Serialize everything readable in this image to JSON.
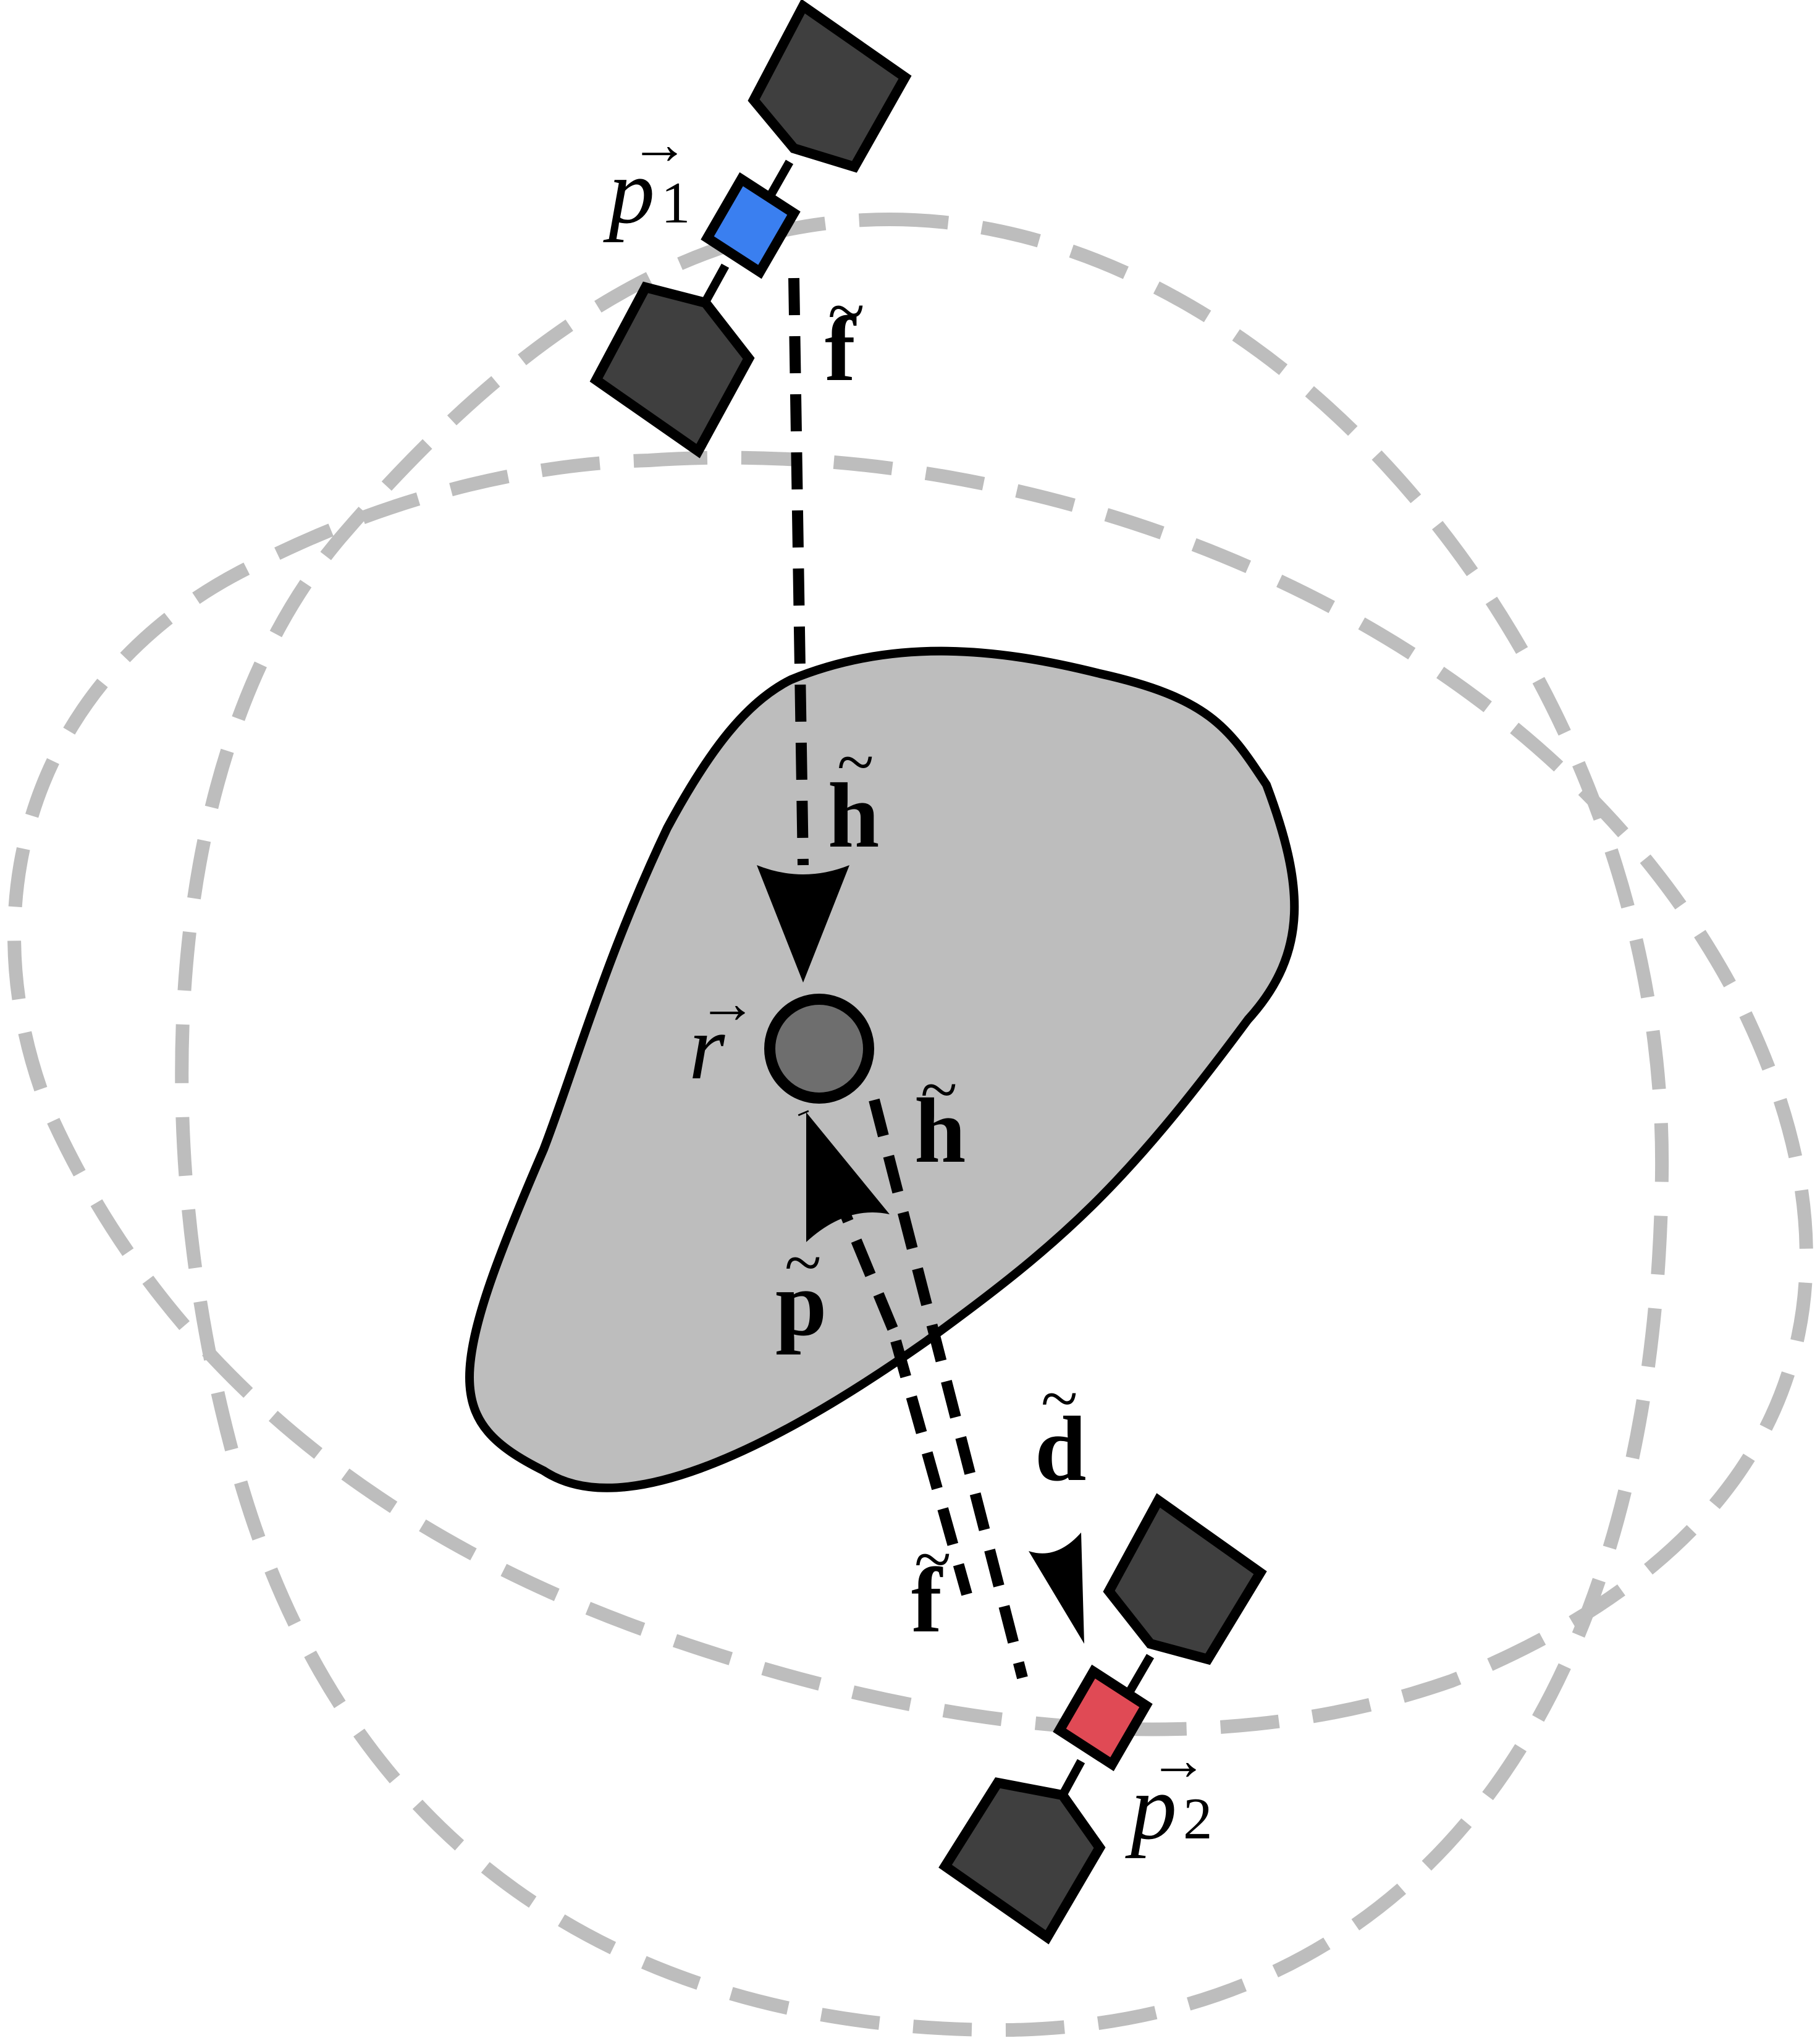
{
  "colors": {
    "background": "#ffffff",
    "orbit": "#bdbdbd",
    "body": "#bdbdbd",
    "outline": "#000000",
    "nucleus": "#6e6e6e",
    "end_block": "#3f3f3f",
    "p1_bead": "#3a7ff0",
    "p2_bead": "#e04a55"
  },
  "labels": {
    "p1": {
      "base": "p",
      "subscript": "1",
      "accent": "→"
    },
    "p2": {
      "base": "p",
      "subscript": "2",
      "accent": "→"
    },
    "r": {
      "base": "r",
      "accent": "→"
    },
    "f_top": {
      "base": "f",
      "accent": "~"
    },
    "h_top": {
      "base": "h",
      "accent": "~"
    },
    "h_right": {
      "base": "h",
      "accent": "~"
    },
    "p_mid": {
      "base": "p",
      "accent": "~"
    },
    "d_bottom": {
      "base": "d",
      "accent": "~"
    },
    "f_bottom": {
      "base": "f",
      "accent": "~"
    }
  }
}
